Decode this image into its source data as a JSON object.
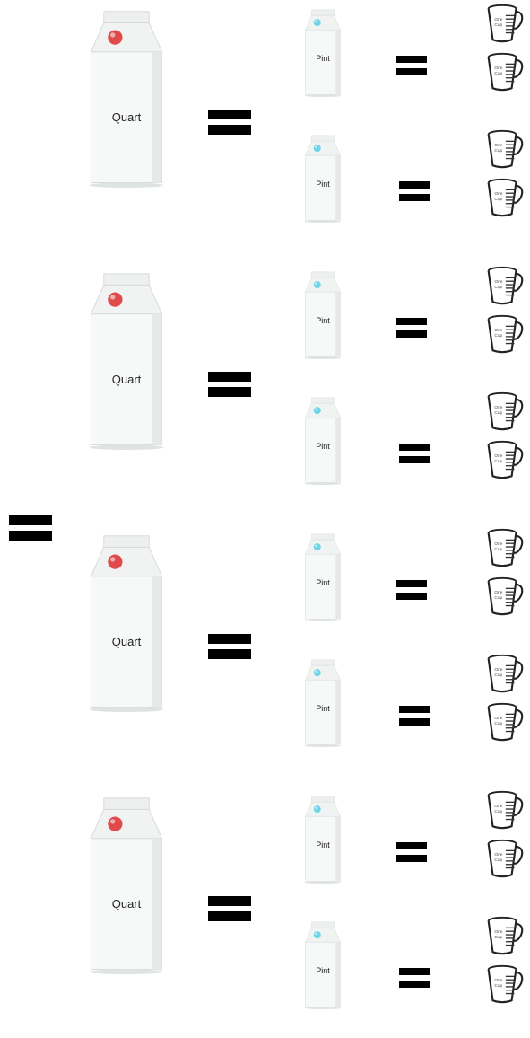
{
  "quart_label": "Quart",
  "pint_label": "Pint",
  "cup_label_line1": "One",
  "cup_label_line2": "Cup",
  "colors": {
    "quart_cap": "#e04a4a",
    "pint_cap": "#6fd6e8",
    "carton": "#f7f8f8",
    "carton_shade": "#e6e9e9",
    "equals": "#000000"
  },
  "icons": {
    "quart": "quart-carton-icon",
    "pint": "pint-carton-icon",
    "cup": "measuring-cup-icon",
    "equals": "equals-sign"
  },
  "groups": [
    {
      "pints": [
        {
          "cups": 2
        },
        {
          "cups": 2
        }
      ]
    },
    {
      "pints": [
        {
          "cups": 2
        },
        {
          "cups": 2
        }
      ]
    },
    {
      "pints": [
        {
          "cups": 2
        },
        {
          "cups": 2
        }
      ]
    },
    {
      "pints": [
        {
          "cups": 2
        },
        {
          "cups": 2
        }
      ]
    }
  ]
}
